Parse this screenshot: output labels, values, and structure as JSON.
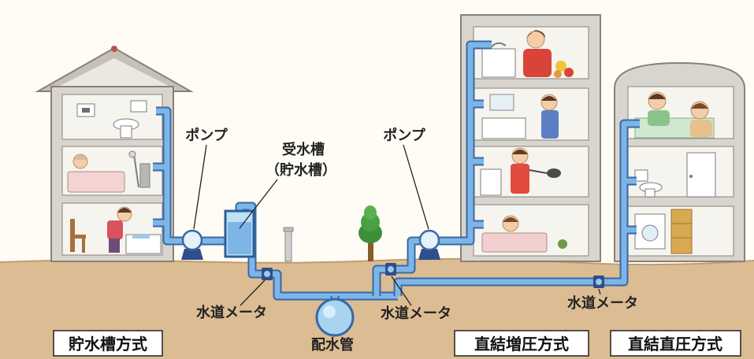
{
  "diagram": {
    "pump_left": "ポンプ",
    "tank_label": "受水槽",
    "tank_label_alt": "（貯水槽）",
    "pump_right": "ポンプ",
    "meter_left": "水道メータ",
    "meter_center": "水道メータ",
    "meter_right": "水道メータ",
    "distribution_main": "配水管"
  },
  "systems": [
    {
      "label": "貯水槽方式"
    },
    {
      "label": "直結増圧方式"
    },
    {
      "label": "直結直圧方式"
    }
  ],
  "colors": {
    "pipe": "#7db6e6",
    "pipe_outline": "#3a68a6",
    "ground": "#dcbc93",
    "wall": "#d7d5ce",
    "background": "#fffcf5"
  }
}
